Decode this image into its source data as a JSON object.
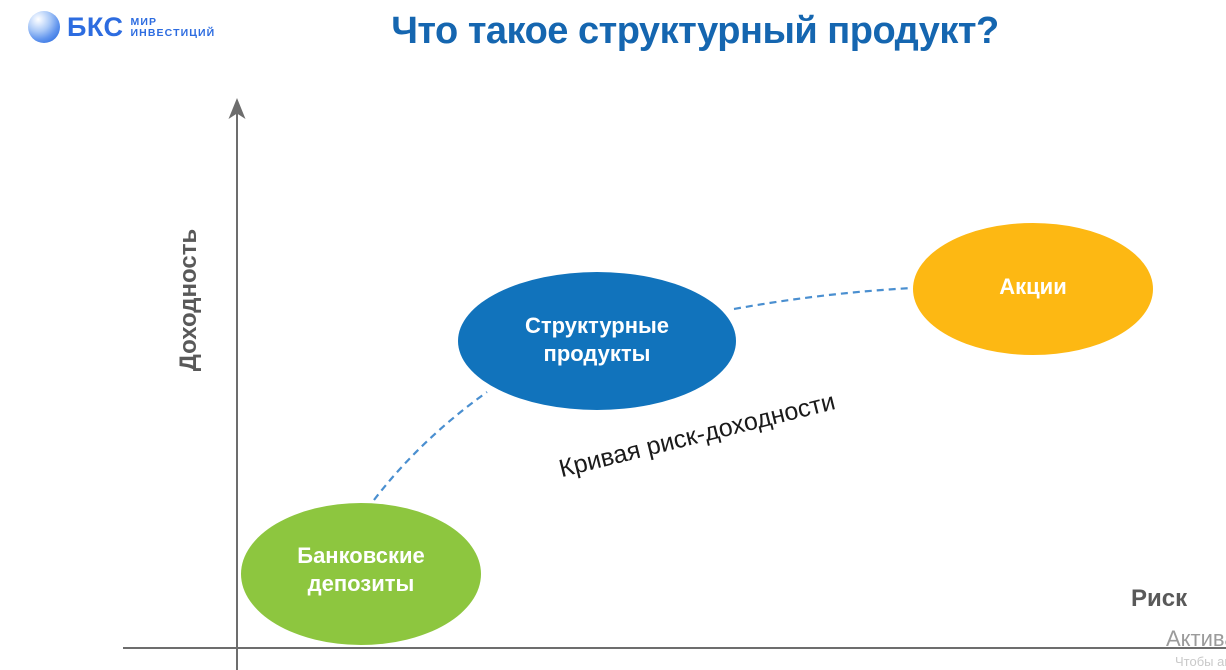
{
  "logo": {
    "brand": "БКС",
    "tagline_line1": "МИР",
    "tagline_line2": "ИНВЕСТИЦИЙ"
  },
  "title": "Что такое структурный продукт?",
  "chart": {
    "type": "diagram",
    "y_axis_label": "Доходность",
    "x_axis_label": "Риск",
    "curve_label": "Кривая риск-доходности",
    "nodes": [
      {
        "id": "bank-deposits",
        "lines": [
          "Банковские",
          "депозиты"
        ],
        "color": "#8DC63F",
        "risk": "low",
        "return": "low"
      },
      {
        "id": "structured-products",
        "lines": [
          "Структурные",
          "продукты"
        ],
        "color": "#1173BC",
        "risk": "medium",
        "return": "medium"
      },
      {
        "id": "stocks",
        "lines": [
          "Акции"
        ],
        "color": "#FDB813",
        "risk": "high",
        "return": "high"
      }
    ],
    "axis_color": "#6d6d6d",
    "curve_color": "#4A8FD0"
  },
  "watermark": {
    "line1": "Активация Windows",
    "line2": "Чтобы активировать Windows"
  }
}
